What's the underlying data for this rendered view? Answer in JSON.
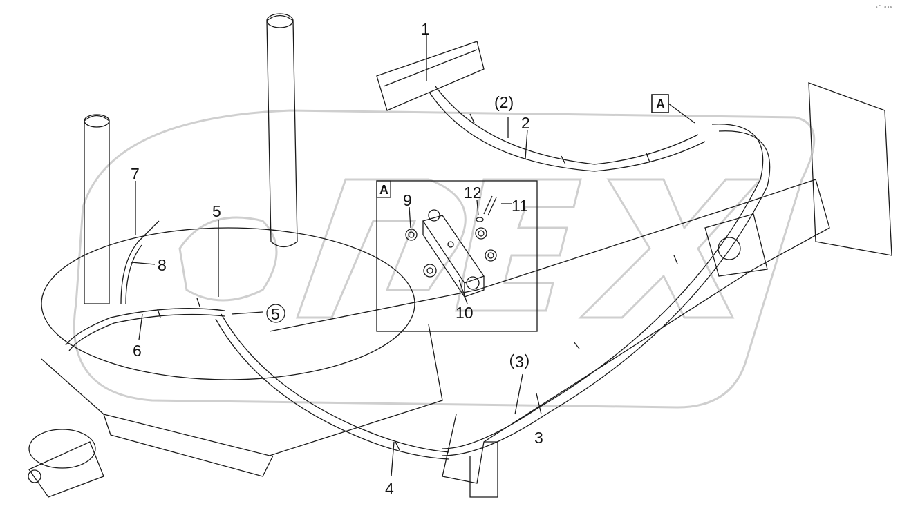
{
  "corner_mark": "₀ᴾ ₀₀₀",
  "detail_view": {
    "flag": "A",
    "label": "A"
  },
  "watermark": {
    "text": "OPEX",
    "color": "#d8d8d8"
  },
  "line_color": "#1a1a1a",
  "callouts": {
    "c1": "1",
    "c2_paren": "(2)",
    "c2": "2",
    "c3_paren": "（3）",
    "c3": "3",
    "c4": "4",
    "c5_top": "5",
    "c5_circled": "5",
    "c6": "6",
    "c7": "7",
    "c8": "8",
    "c9": "9",
    "c10": "10",
    "c11": "11",
    "c12": "12"
  }
}
